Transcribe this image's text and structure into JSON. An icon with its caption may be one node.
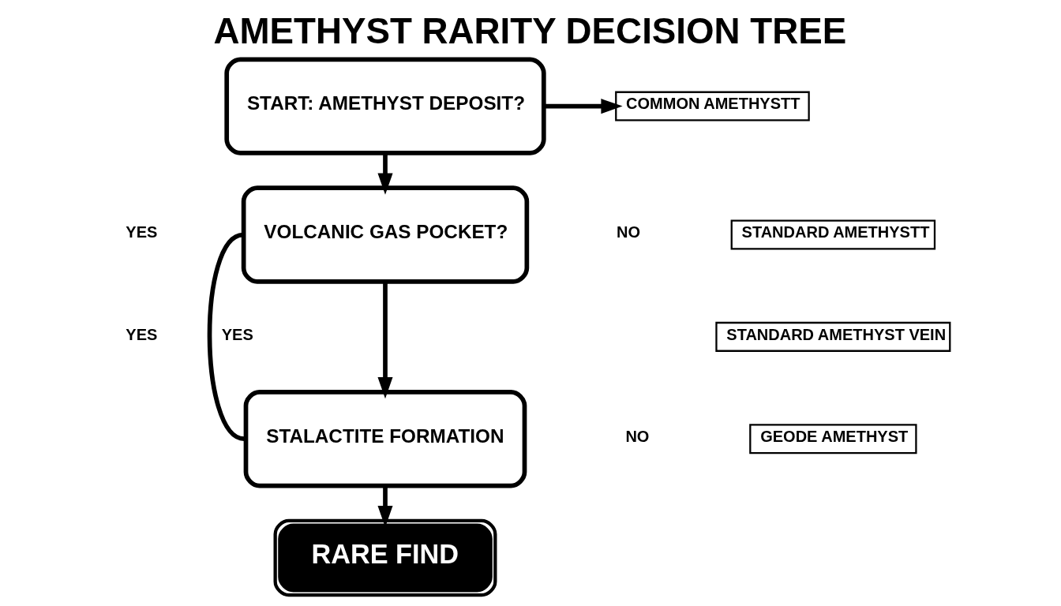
{
  "diagram": {
    "title": "AMETHYST RARITY DECISION TREE",
    "nodes": [
      {
        "text": [
          "START: AMETHYST DEPOSIT?"
        ]
      },
      {
        "text": [
          "COMMON AMETHYSTT"
        ]
      },
      {
        "text": [
          "VOLCANIC GAS POCKET?"
        ]
      },
      {
        "text": [
          "STANDARD AMETHYSTT"
        ]
      },
      {
        "text": [
          "STANDARD AMETHYST VEIN"
        ]
      },
      {
        "text": [
          "STALACTITE FORMATION"
        ]
      },
      {
        "text": [
          "GEODE AMETHYST"
        ]
      },
      {
        "text": [
          "RARE FIND"
        ]
      }
    ],
    "edges": [
      {
        "from": 0,
        "to": 1,
        "arrow": "to"
      },
      {
        "from": 0,
        "to": 2,
        "arrow": "to"
      },
      {
        "from": 2,
        "to": 5,
        "arrow": "to"
      },
      {
        "from": 2,
        "to": 5,
        "arrow": "none",
        "label": "YES"
      },
      {
        "from": 5,
        "to": 7,
        "arrow": "to"
      }
    ],
    "labels": [
      "YES",
      "NO",
      "YES",
      "NO"
    ]
  }
}
